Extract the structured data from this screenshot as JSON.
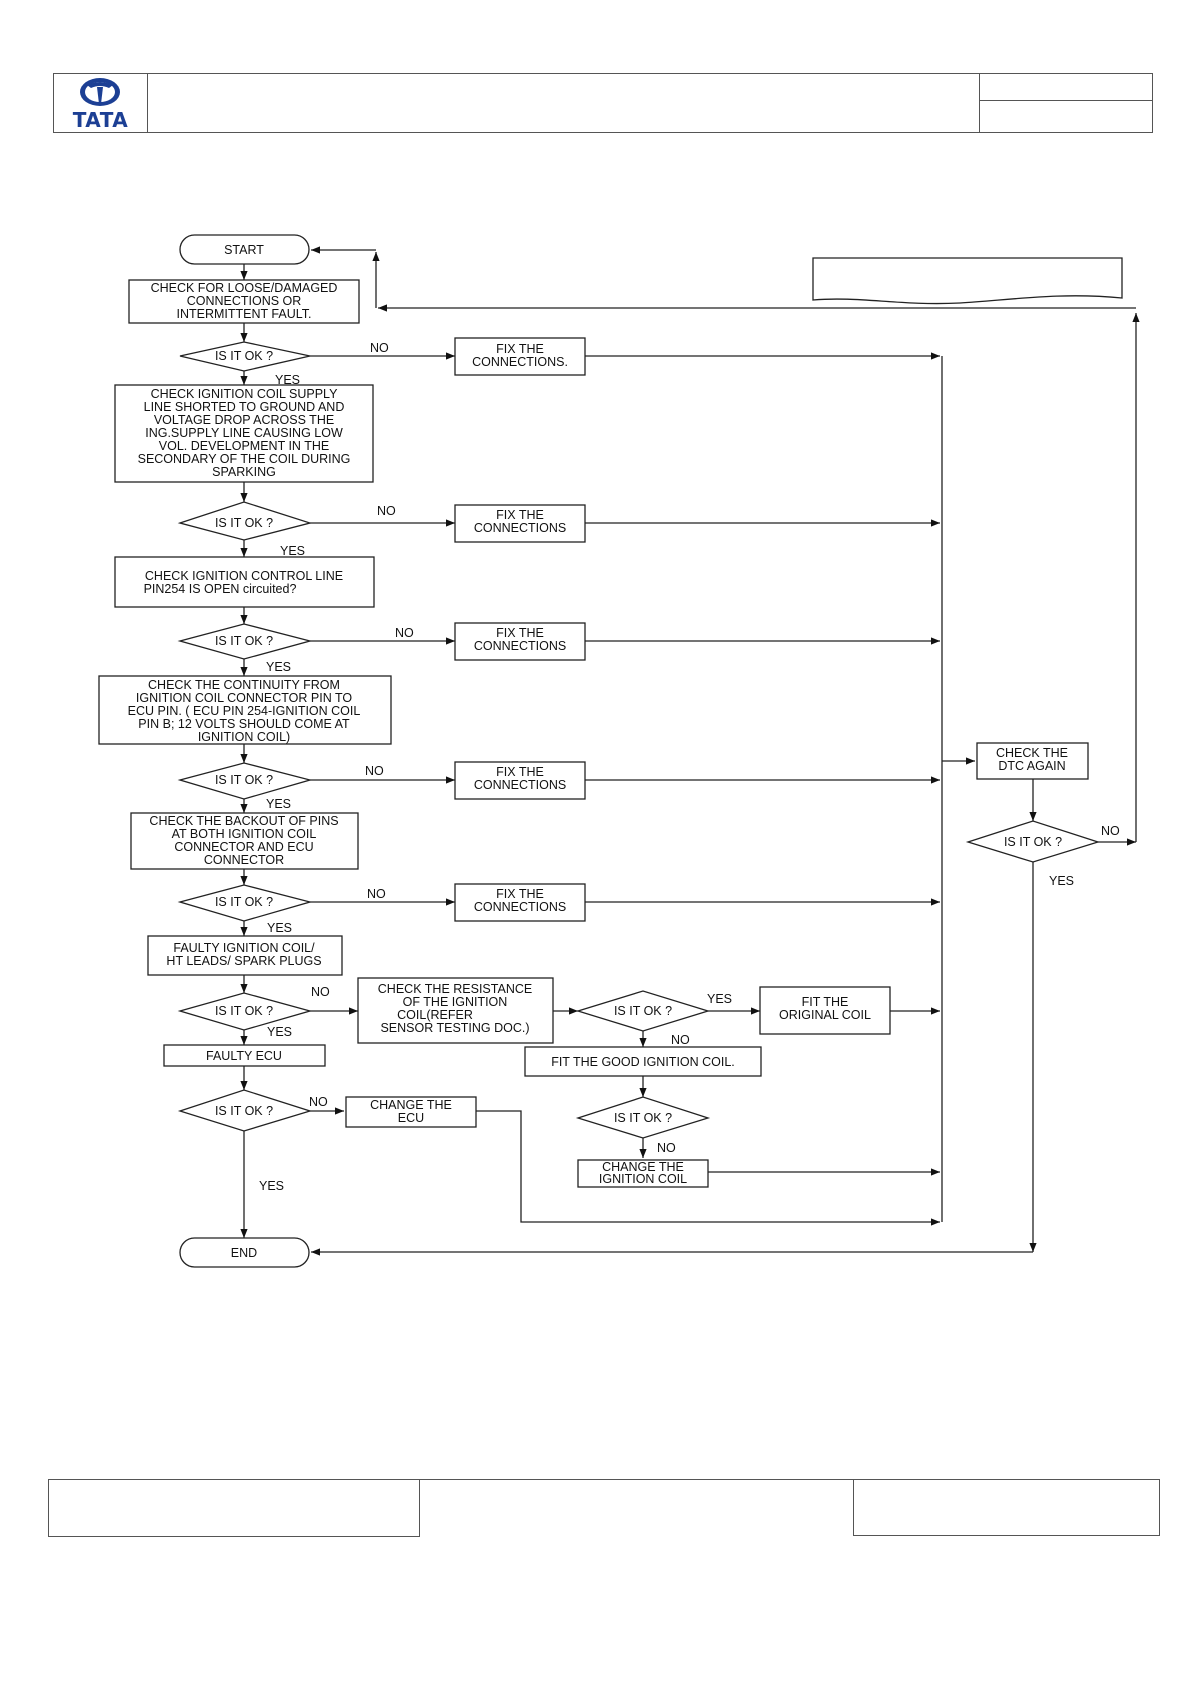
{
  "header": {
    "logo_text": "TATA",
    "title": "",
    "doc_no": "",
    "rev": ""
  },
  "footer": {
    "left": "",
    "center": "",
    "right": ""
  },
  "flow": {
    "start": "START",
    "end": "END",
    "yes": "YES",
    "no": "NO",
    "check_loose": [
      "CHECK FOR LOOSE/DAMAGED",
      "CONNECTIONS OR",
      "INTERMITTENT FAULT."
    ],
    "decision": "IS IT OK ?",
    "fix_1": [
      "FIX THE",
      "CONNECTIONS."
    ],
    "fix": [
      "FIX THE",
      "CONNECTIONS"
    ],
    "check_supply": [
      "CHECK IGNITION COIL SUPPLY",
      "LINE SHORTED TO GROUND AND",
      "VOLTAGE DROP ACROSS THE",
      "ING.SUPPLY LINE CAUSING LOW",
      "VOL. DEVELOPMENT IN THE",
      "SECONDARY OF THE COIL DURING",
      "SPARKING"
    ],
    "check_control": [
      "CHECK IGNITION CONTROL LINE",
      "PIN254 IS OPEN circuited?"
    ],
    "check_continuity": [
      "CHECK THE  CONTINUITY FROM",
      "IGNITION COIL CONNECTOR PIN TO",
      "ECU PIN. ( ECU PIN 254-IGNITION COIL",
      "PIN B; 12 VOLTS SHOULD COME AT",
      "IGNITION COIL)"
    ],
    "check_backout": [
      "CHECK THE BACKOUT OF PINS",
      "AT BOTH IGNITION COIL",
      "CONNECTOR AND ECU",
      "CONNECTOR"
    ],
    "faulty_coil": [
      "FAULTY IGNITION COIL/",
      "HT LEADS/ SPARK PLUGS"
    ],
    "check_resistance": [
      "CHECK THE RESISTANCE",
      "OF THE IGNITION",
      "COIL(REFER",
      "SENSOR TESTING DOC.)"
    ],
    "fit_original": [
      "FIT THE",
      "ORIGINAL COIL"
    ],
    "faulty_ecu": "FAULTY ECU",
    "fit_good": "FIT THE GOOD IGNITION COIL.",
    "change_ecu": [
      "CHANGE THE",
      "ECU"
    ],
    "change_coil": [
      "CHANGE THE",
      "IGNITION COIL"
    ],
    "check_dtc": [
      "CHECK THE",
      "DTC AGAIN"
    ],
    "note_box": ""
  }
}
